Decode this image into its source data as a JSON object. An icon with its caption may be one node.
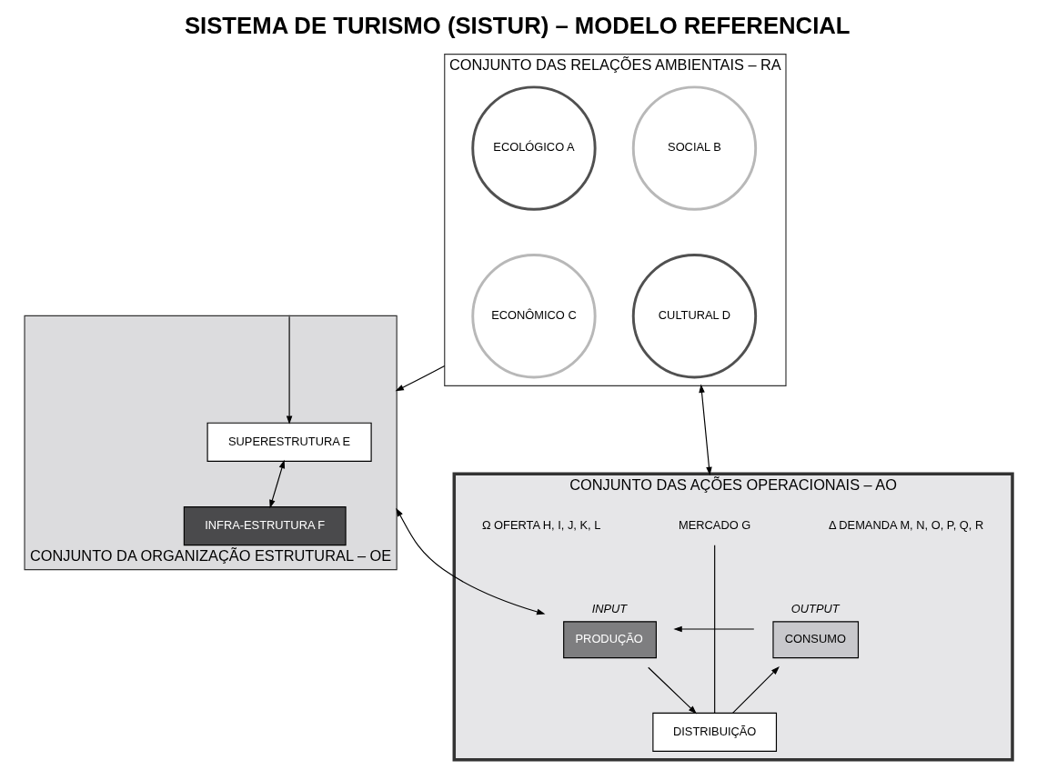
{
  "diagram": {
    "title": "SISTEMA DE TURISMO (SISTUR) – MODELO REFERENCIAL",
    "nodes": [
      {
        "text": [
          "CONJUNTO DAS RELAÇÕES AMBIENTAIS – RA"
        ]
      },
      {
        "text": [
          "ECOLÓGICO A"
        ],
        "in": 0
      },
      {
        "text": [
          "SOCIAL B"
        ],
        "in": 0
      },
      {
        "text": [
          "ECONÔMICO C"
        ],
        "in": 0
      },
      {
        "text": [
          "CULTURAL D"
        ],
        "in": 0
      },
      {
        "text": [
          "CONJUNTO DA ORGANIZAÇÃO ESTRUTURAL – OE"
        ]
      },
      {
        "text": [
          "SUPERESTRUTURA E"
        ],
        "in": 5
      },
      {
        "text": [
          "INFRA-ESTRUTURA F"
        ],
        "in": 5
      },
      {
        "text": [
          "CONJUNTO DAS AÇÕES OPERACIONAIS – AO"
        ]
      },
      {
        "text": [
          "MERCADO G"
        ],
        "in": 8
      },
      {
        "text": [
          "PRODUÇÃO"
        ],
        "beside": [
          "INPUT"
        ],
        "in": 8
      },
      {
        "text": [
          "CONSUMO"
        ],
        "beside": [
          "OUTPUT"
        ],
        "in": 8
      },
      {
        "text": [
          "DISTRIBUIÇÃO"
        ],
        "in": 8
      }
    ],
    "edges": [
      {
        "from": 0,
        "to": 5,
        "arrow": "to"
      },
      {
        "from": 8,
        "to": 0,
        "arrow": "both"
      },
      {
        "from": 5,
        "to": 6,
        "arrow": "to"
      },
      {
        "from": 6,
        "to": 7,
        "arrow": "both"
      },
      {
        "from": 5,
        "to": 10,
        "arrow": "both"
      },
      {
        "from": 11,
        "to": 10,
        "arrow": "to"
      },
      {
        "from": 10,
        "to": 12,
        "arrow": "to"
      },
      {
        "from": 12,
        "to": 11,
        "arrow": "to"
      },
      {
        "from": 12,
        "to": 9,
        "arrow": "none"
      }
    ],
    "labels": [
      "Ω OFERTA H, I, J, K, L",
      "Δ DEMANDA M, N, O, P, Q, R"
    ]
  }
}
